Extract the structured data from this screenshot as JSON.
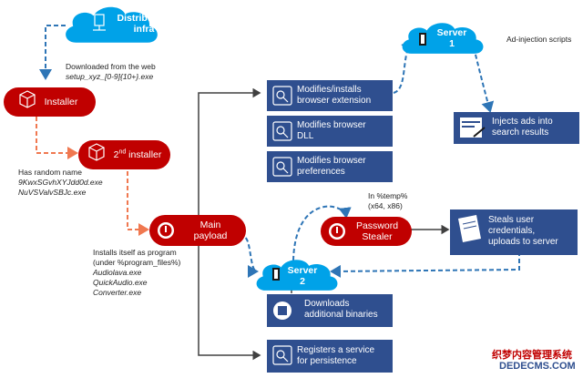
{
  "clouds": {
    "distribution": {
      "line1": "Distribution",
      "line2": "infra"
    },
    "server1": {
      "line1": "Server",
      "line2": "1"
    },
    "server2": {
      "line1": "Server",
      "line2": "2"
    }
  },
  "nodes": {
    "installer": "Installer",
    "second_installer": {
      "prefix": "2",
      "sup": "nd",
      "text": " installer"
    },
    "main_payload": {
      "line1": "Main",
      "line2": "payload"
    },
    "password_stealer": {
      "line1": "Password",
      "line2": "Stealer"
    }
  },
  "actions": {
    "browser_extension": {
      "line1": "Modifies/installs",
      "line2": "browser extension"
    },
    "browser_dll": {
      "line1": "Modifies browser",
      "line2": "DLL"
    },
    "browser_prefs": {
      "line1": "Modifies browser",
      "line2": "preferences"
    },
    "inject_ads": {
      "line1": "Injects ads into",
      "line2": "search results"
    },
    "steal_creds": {
      "line1": "Steals user",
      "line2": "credentials,",
      "line3": "uploads to server"
    },
    "download_binaries": {
      "line1": "Downloads",
      "line2": "additional binaries"
    },
    "register_service": {
      "line1": "Registers a service",
      "line2": "for persistence"
    }
  },
  "labels": {
    "downloaded": {
      "line1": "Downloaded from the web",
      "line2": "setup_xyz_[0-9]{10+}.exe"
    },
    "random_name": {
      "line1": "Has random name",
      "line2": "9KwxSGvhXYJdd0d.exe",
      "line3": "NuVSValvSBJc.exe"
    },
    "installs_program": {
      "line1": "Installs itself as program",
      "line2": "(under %program_files%)",
      "line3": "Audiolava.exe",
      "line4": "QuickAudio.exe",
      "line5": "Converter.exe"
    },
    "temp": {
      "line1": "In %temp%",
      "line2": "(x64, x86)"
    },
    "ad_scripts": "Ad-injection scripts"
  },
  "watermark": {
    "line1": "织梦内容管理系统",
    "line2": "DEDECMS.COM"
  },
  "colors": {
    "red": "#c00000",
    "navy": "#2f4f8f",
    "cloud": "#00a2e8",
    "arrow_blue": "#2e75b6",
    "arrow_red": "#f07850",
    "arrow_dark": "#404040"
  }
}
